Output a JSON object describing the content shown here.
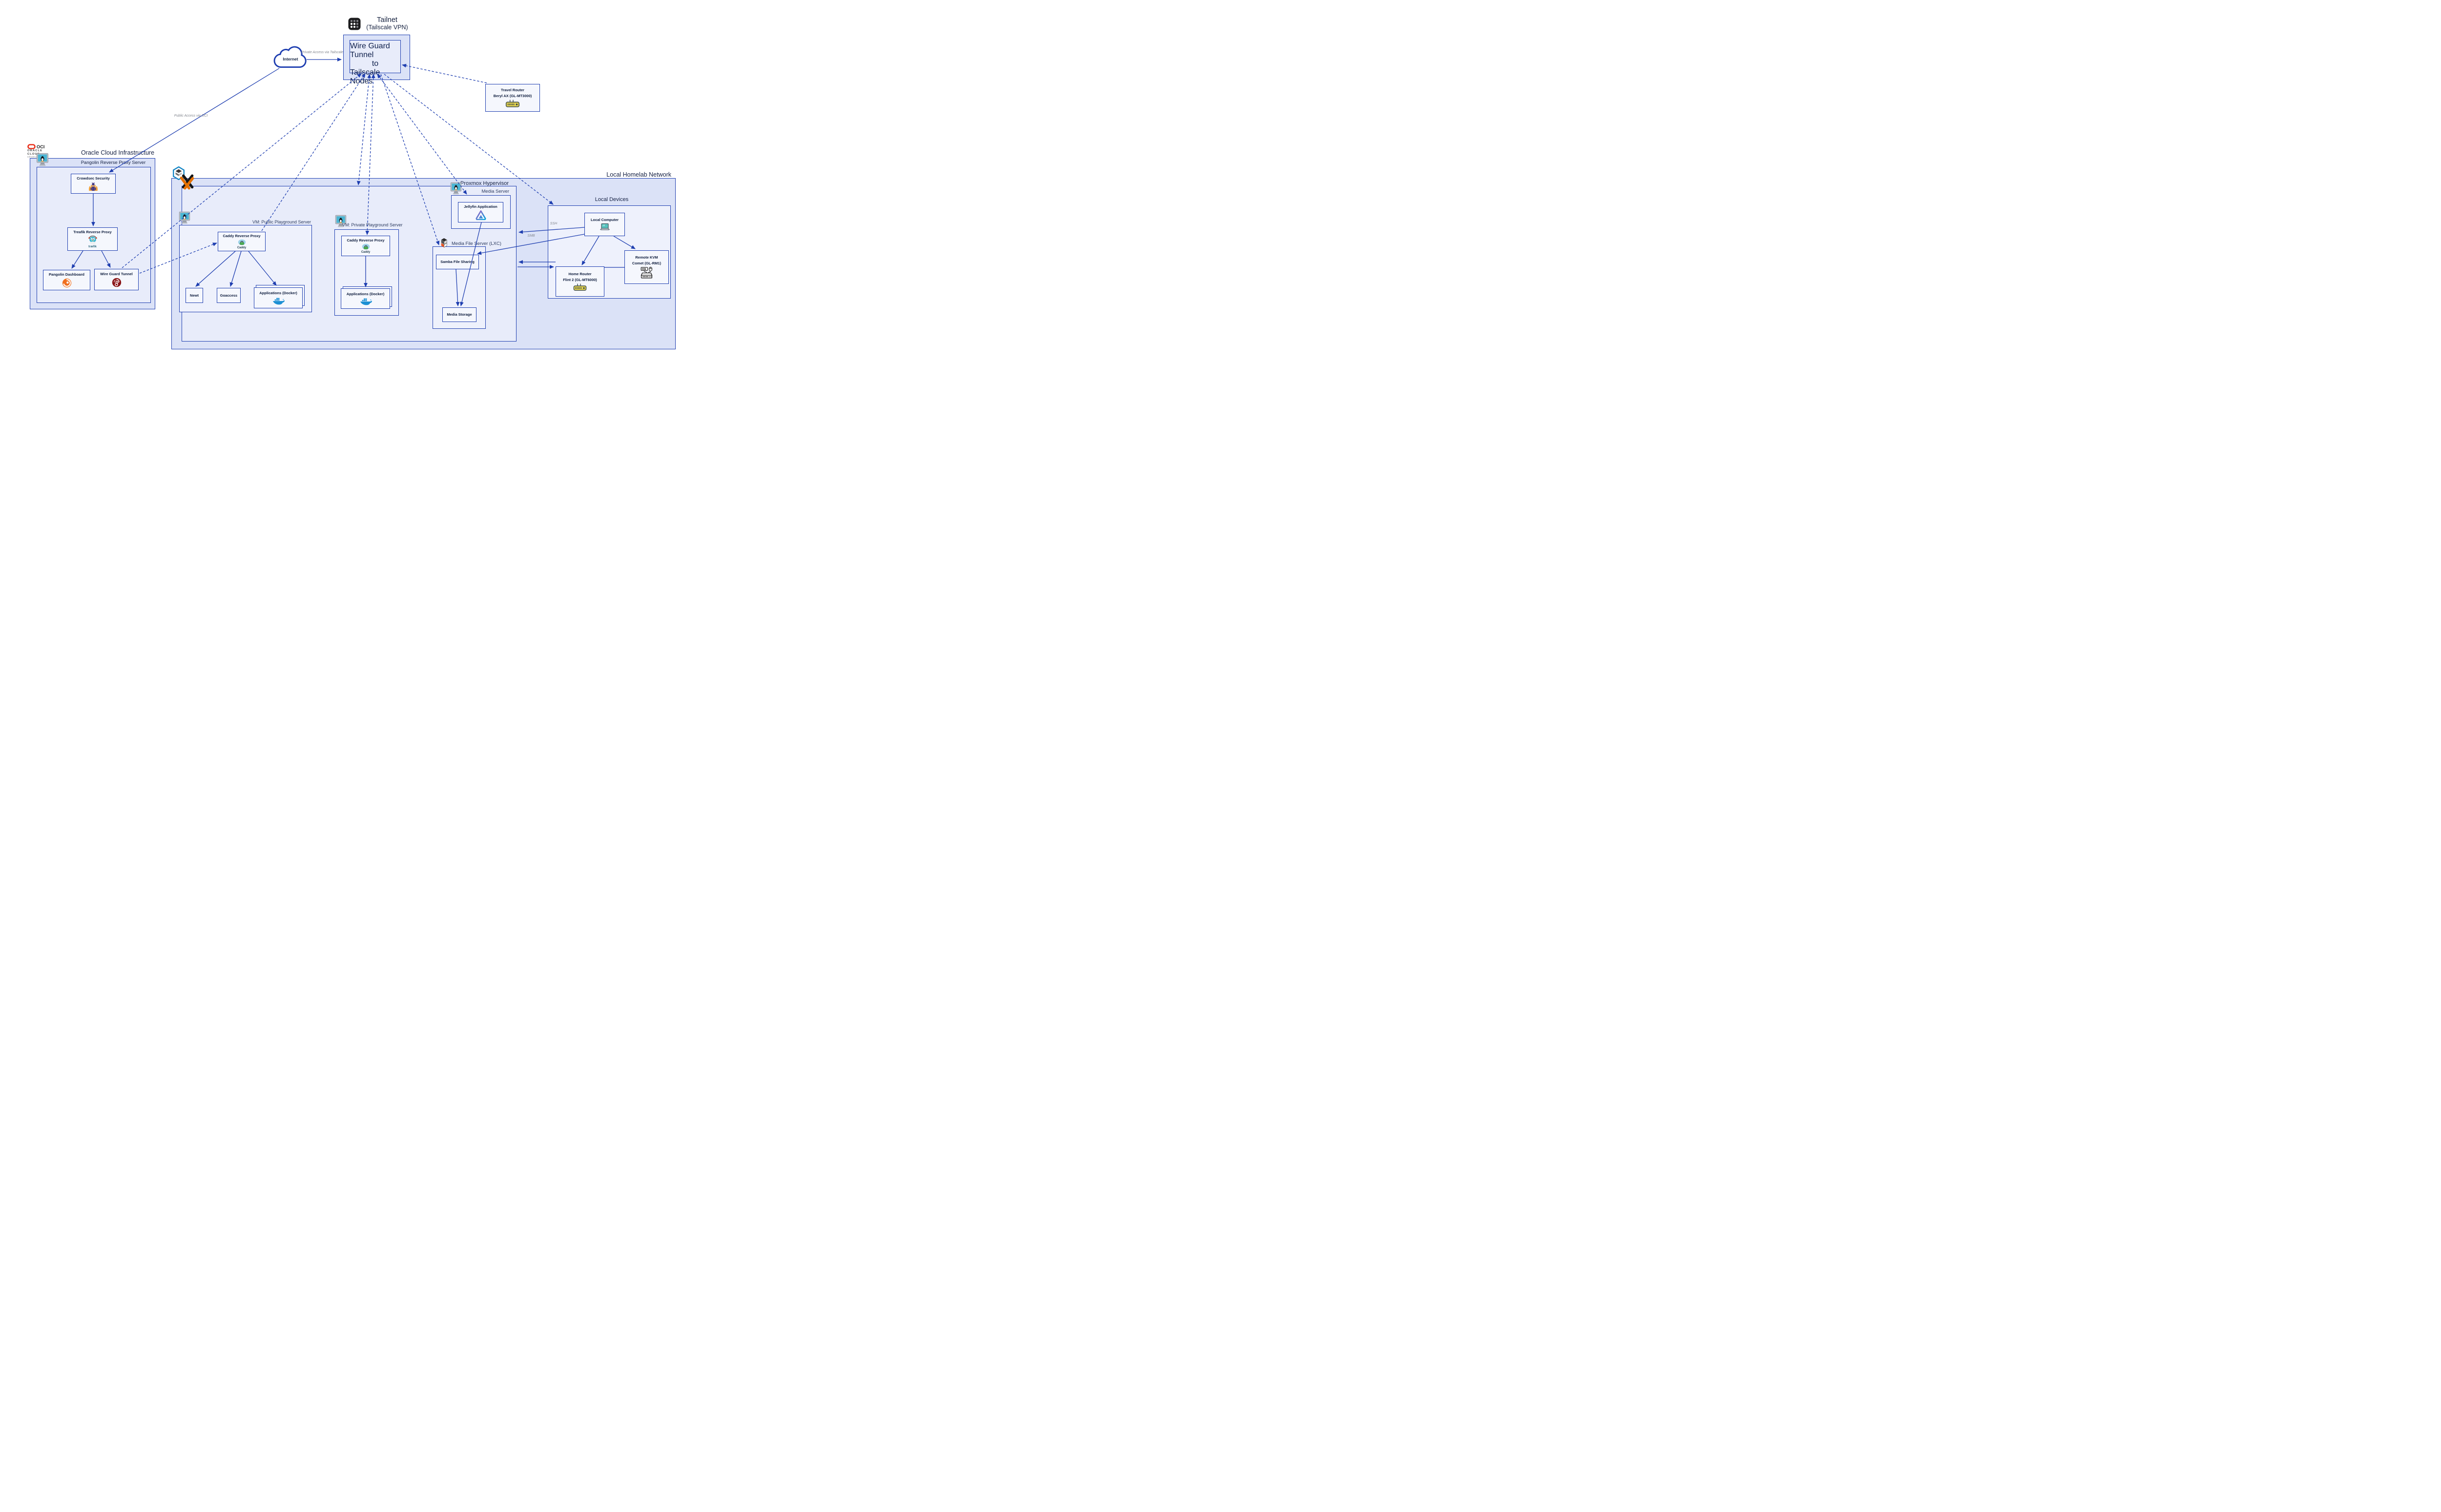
{
  "colors": {
    "line_blue": "#1e3eb0",
    "container_fill": "#dbe2f7",
    "inner_fill": "#e8ecfa",
    "node_fill": "#f5f7fd",
    "wireguard_red": "#8a1518",
    "proxmox_orange": "#e57000",
    "docker_blue": "#1d90d4",
    "jellyfin_purple": "#a95dc4",
    "jellyfin_blue": "#00a4dc",
    "pangolin_orange": "#f06f1f",
    "router_yellow": "#e5d44f",
    "oracle_red": "#e9301c",
    "gray_label": "#83878f"
  },
  "icons": {
    "tailscale": "tailscale-app-icon",
    "wireguard": "wireguard-dragon-icon",
    "internet": "cloud-icon",
    "linux": "linux-monitor-icon",
    "crowdsec": "crowdsec-mascot-icon",
    "traefik": "traefik-gopher-icon",
    "pangolin": "pangolin-swirl-icon",
    "caddy": "caddy-lock-icon",
    "docker": "docker-whale-icon",
    "jellyfin": "jellyfin-triangle-icon",
    "lxc": "lxc-cubes-icon",
    "virtualization": "hexagon-layers-icon",
    "proxmox": "proxmox-x-icon",
    "wifi_router": "wifi-router-icon",
    "laptop": "laptop-icon",
    "kvm": "kvm-device-icon"
  },
  "internet": {
    "label": "Internet"
  },
  "edges": {
    "private_access": "Private Access via Tailscale",
    "public_access": "Public Access via OCI",
    "ssh": "SSH",
    "smb": "SMB"
  },
  "tailnet": {
    "title1": "Tailnet",
    "title2": "(Tailscale VPN)",
    "tunnel": {
      "line1": "Wire Guard Tunnel",
      "line2": "to",
      "line3": "Tailscale Nodes"
    }
  },
  "travel_router": {
    "line1": "Travel Router",
    "line2": "Beryl AX (GL-MT3000)"
  },
  "oci": {
    "logo_short": "OCI",
    "logo_line1": "ORACLE",
    "logo_line2": "CLOUD",
    "logo_line3": "Infrastructure",
    "title": "Oracle Cloud Infrastructure",
    "server_title": "Pangolin Reverse Proxy Server",
    "crowdsec": "Crowdsec Security",
    "traefik": "Treafik Reverse Proxy",
    "traefik_caption": "træfik",
    "dashboard": "Pangolin Dashboard",
    "wireguard": "Wire Guard Tunnel"
  },
  "homelab": {
    "title": "Local Homelab Network",
    "proxmox_title": "Proxmox Hypervisor",
    "vm_public": {
      "title": "VM: Public Playground Server",
      "caddy": "Caddy Reverse Proxy",
      "caddy_caption": "Caddy",
      "newt": "Newt",
      "goaccess": "Goaccess",
      "apps": "Applications (Docker)"
    },
    "vm_private": {
      "title": "VM: Private Playground Server",
      "caddy": "Caddy Reverse Proxy",
      "caddy_caption": "Caddy",
      "apps": "Applications (Docker)"
    },
    "media_server": {
      "title": "Media Server",
      "jellyfin": "Jellyfin Application"
    },
    "media_file_server": {
      "title": "Media File Server (LXC)",
      "samba": "Samba File Sharing",
      "storage": "Media Storage"
    },
    "local_devices": {
      "title": "Local Devices",
      "computer": "Local Computer",
      "router1": "Home Router",
      "router2": "Flint 2 (GL-MT6000)",
      "kvm1": "Remote KVM",
      "kvm2": "Comet (GL-RM1)"
    }
  }
}
